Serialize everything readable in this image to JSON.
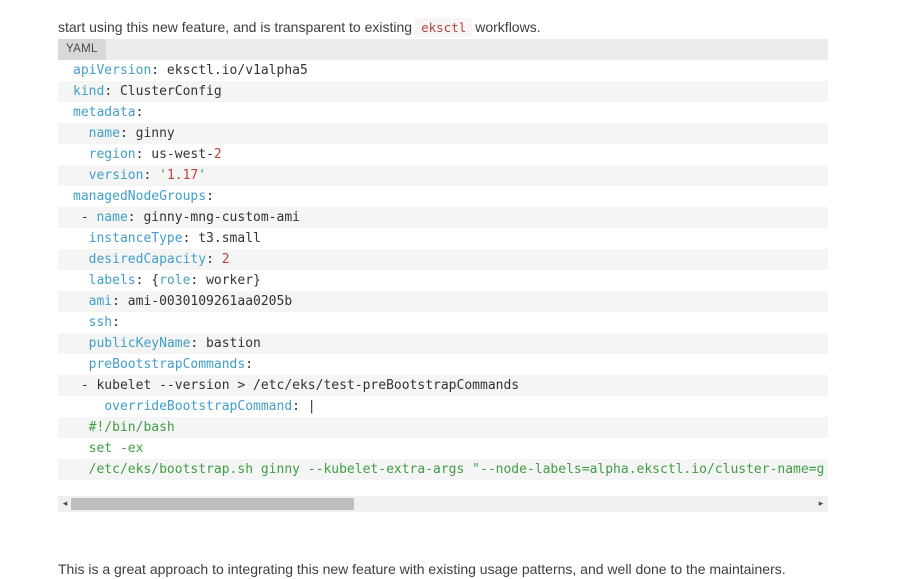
{
  "intro": {
    "text_before": "start using this new feature, and is transparent to existing",
    "inline_code": "eksctl",
    "text_after": "workflows."
  },
  "outro": {
    "text": "This is a great approach to integrating this new feature with existing usage patterns, and well done to the maintainers."
  },
  "code_block": {
    "language_label": "YAML",
    "colors": {
      "key": "#419fc9",
      "plain": "#333333",
      "number": "#c5423c",
      "green": "#3f9e44",
      "inline_code_text": "#b8453f",
      "inline_code_bg": "#f7f5f5",
      "header_bg": "#ececec",
      "tab_bg": "#d8d8d8",
      "stripe_bg": "#f5f5f5",
      "scroll_track": "#f0f0f0",
      "scroll_thumb": "#bdbdbd"
    },
    "lines": [
      {
        "tokens": [
          {
            "c": "k",
            "t": "apiVersion"
          },
          {
            "c": "p",
            "t": ": eksctl.io/v1alpha5"
          }
        ]
      },
      {
        "tokens": [
          {
            "c": "k",
            "t": "kind"
          },
          {
            "c": "p",
            "t": ": ClusterConfig"
          }
        ]
      },
      {
        "tokens": [
          {
            "c": "k",
            "t": "metadata"
          },
          {
            "c": "p",
            "t": ":"
          }
        ]
      },
      {
        "tokens": [
          {
            "c": "p",
            "t": "  "
          },
          {
            "c": "k",
            "t": "name"
          },
          {
            "c": "p",
            "t": ": ginny"
          }
        ]
      },
      {
        "tokens": [
          {
            "c": "p",
            "t": "  "
          },
          {
            "c": "k",
            "t": "region"
          },
          {
            "c": "p",
            "t": ": us-west-"
          },
          {
            "c": "n",
            "t": "2"
          }
        ]
      },
      {
        "tokens": [
          {
            "c": "p",
            "t": "  "
          },
          {
            "c": "k",
            "t": "version"
          },
          {
            "c": "p",
            "t": ": "
          },
          {
            "c": "g",
            "t": "'"
          },
          {
            "c": "n",
            "t": "1.17"
          },
          {
            "c": "g",
            "t": "'"
          }
        ]
      },
      {
        "tokens": [
          {
            "c": "k",
            "t": "managedNodeGroups"
          },
          {
            "c": "p",
            "t": ":"
          }
        ]
      },
      {
        "tokens": [
          {
            "c": "p",
            "t": " - "
          },
          {
            "c": "k",
            "t": "name"
          },
          {
            "c": "p",
            "t": ": ginny-mng-custom-ami"
          }
        ]
      },
      {
        "tokens": [
          {
            "c": "p",
            "t": "  "
          },
          {
            "c": "k",
            "t": "instanceType"
          },
          {
            "c": "p",
            "t": ": t3.small"
          }
        ]
      },
      {
        "tokens": [
          {
            "c": "p",
            "t": "  "
          },
          {
            "c": "k",
            "t": "desiredCapacity"
          },
          {
            "c": "p",
            "t": ": "
          },
          {
            "c": "n",
            "t": "2"
          }
        ]
      },
      {
        "tokens": [
          {
            "c": "p",
            "t": "  "
          },
          {
            "c": "k",
            "t": "labels"
          },
          {
            "c": "p",
            "t": ": {"
          },
          {
            "c": "k",
            "t": "role"
          },
          {
            "c": "p",
            "t": ": worker}"
          }
        ]
      },
      {
        "tokens": [
          {
            "c": "p",
            "t": "  "
          },
          {
            "c": "k",
            "t": "ami"
          },
          {
            "c": "p",
            "t": ": ami-0030109261aa0205b"
          }
        ]
      },
      {
        "tokens": [
          {
            "c": "p",
            "t": "  "
          },
          {
            "c": "k",
            "t": "ssh"
          },
          {
            "c": "p",
            "t": ":"
          }
        ]
      },
      {
        "tokens": [
          {
            "c": "p",
            "t": "  "
          },
          {
            "c": "k",
            "t": "publicKeyName"
          },
          {
            "c": "p",
            "t": ": bastion"
          }
        ]
      },
      {
        "tokens": [
          {
            "c": "p",
            "t": "  "
          },
          {
            "c": "k",
            "t": "preBootstrapCommands"
          },
          {
            "c": "p",
            "t": ":"
          }
        ]
      },
      {
        "tokens": [
          {
            "c": "p",
            "t": " - kubelet --version > /etc/eks/test-preBootstrapCommands"
          }
        ]
      },
      {
        "tokens": [
          {
            "c": "p",
            "t": "    "
          },
          {
            "c": "k",
            "t": "overrideBootstrapCommand"
          },
          {
            "c": "p",
            "t": ": |"
          }
        ]
      },
      {
        "tokens": [
          {
            "c": "p",
            "t": "  "
          },
          {
            "c": "g",
            "t": "#!/bin/bash"
          }
        ]
      },
      {
        "tokens": [
          {
            "c": "p",
            "t": "  "
          },
          {
            "c": "g",
            "t": "set -ex"
          }
        ]
      },
      {
        "tokens": [
          {
            "c": "p",
            "t": "  "
          },
          {
            "c": "g",
            "t": "/etc/eks/bootstrap.sh ginny --kubelet-extra-args \"--node-labels=alpha.eksctl.io/cluster-name=g"
          }
        ]
      }
    ],
    "scrollbar": {
      "orientation": "horizontal",
      "left_arrow_glyph": "◂",
      "right_arrow_glyph": "▸",
      "thumb_left_pct": 1.7,
      "thumb_width_pct": 36.8
    }
  }
}
